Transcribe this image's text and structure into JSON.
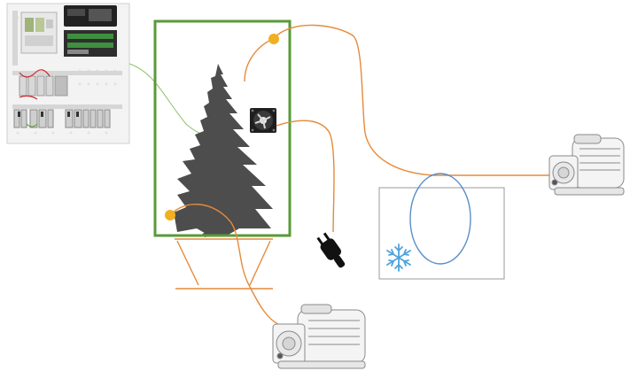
{
  "diagram": {
    "components": [
      {
        "id": "control-panel",
        "icon": "control-panel-icon"
      },
      {
        "id": "enclosure",
        "icon": "tree-silhouette-icon"
      },
      {
        "id": "fan",
        "icon": "fan-icon"
      },
      {
        "id": "power-plug",
        "icon": "power-plug-icon"
      },
      {
        "id": "cold-bath",
        "icon": "snowflake-icon"
      },
      {
        "id": "vacuum-pump-right",
        "icon": "vacuum-pump-icon"
      },
      {
        "id": "vacuum-pump-bottom",
        "icon": "vacuum-pump-icon"
      },
      {
        "id": "sensor-top",
        "icon": "sensor-dot-icon"
      },
      {
        "id": "sensor-bottom",
        "icon": "sensor-dot-icon"
      }
    ],
    "colors": {
      "enclosure_border": "#5a9a3a",
      "tube": "#e58a3a",
      "signal_wire": "#8dc06a",
      "coil": "#5b8fc8",
      "snowflake": "#4fa3dc",
      "tree": "#4d4d4d",
      "sensor": "#f0b020",
      "bath_border": "#9a9a9a",
      "stand": "#e58a3a",
      "plug": "#111111"
    }
  }
}
